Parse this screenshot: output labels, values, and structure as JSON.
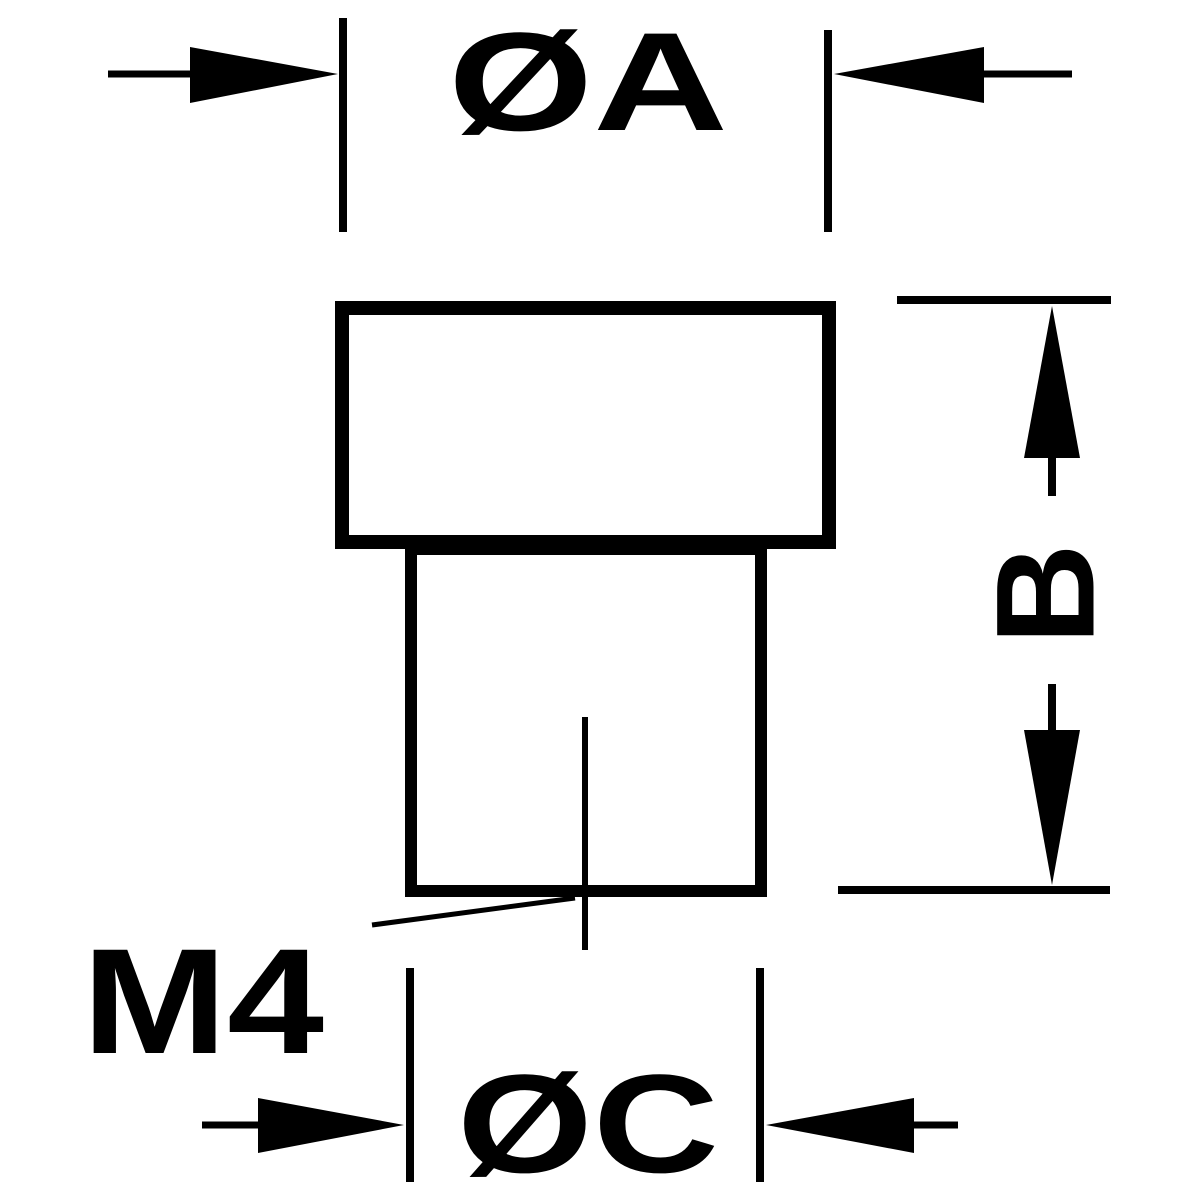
{
  "labels": {
    "diameter_a": "ØA",
    "height_b": "B",
    "diameter_c": "ØC",
    "thread": "M4"
  },
  "colors": {
    "line": "#000000",
    "background": "#ffffff"
  }
}
